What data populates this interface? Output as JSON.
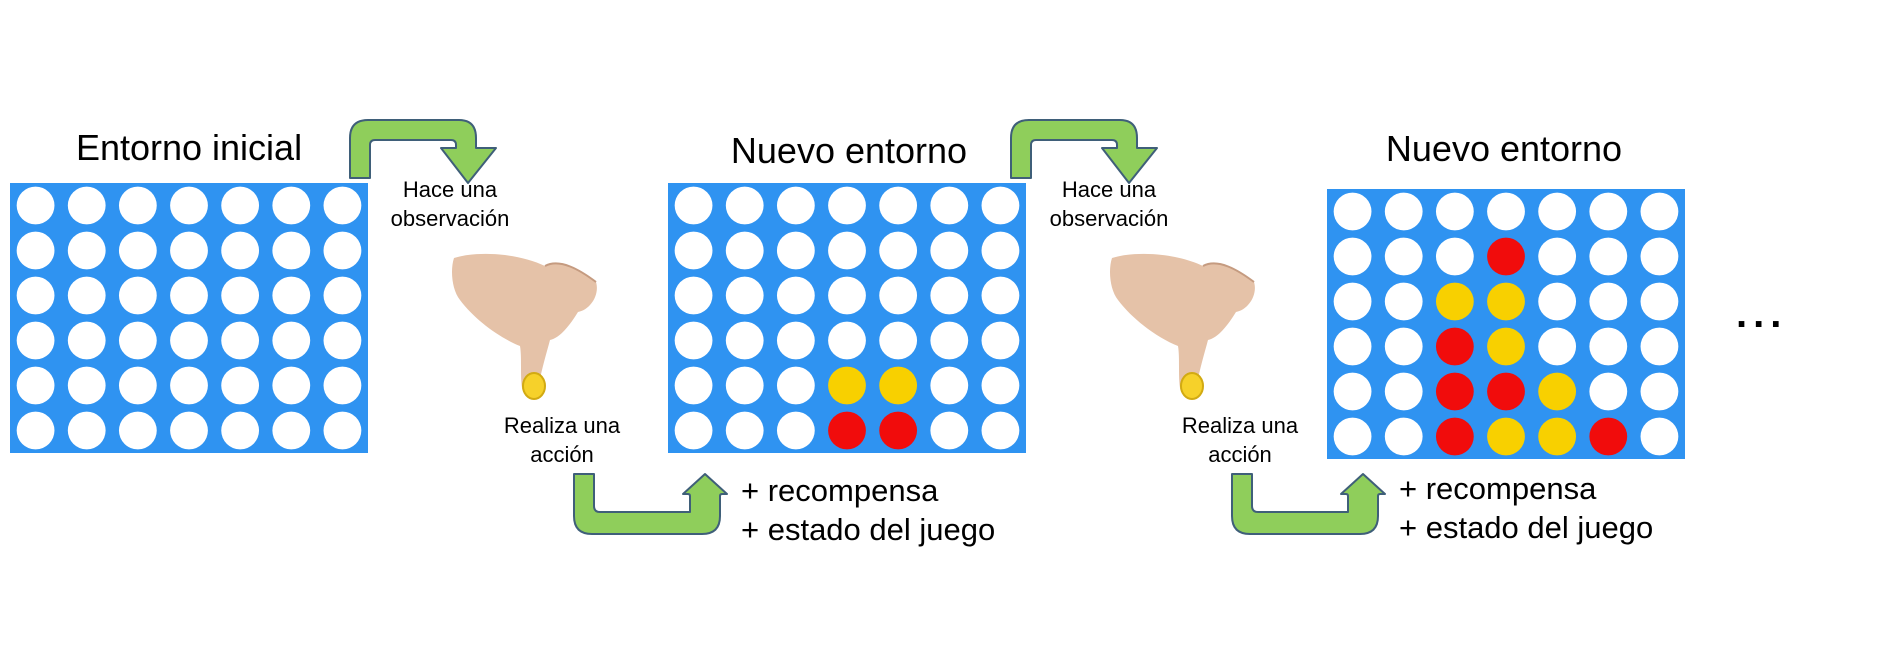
{
  "colors": {
    "board": "#2f93f1",
    "empty_slot": "#ffffff",
    "red_piece": "#f10c0c",
    "yellow_piece": "#f8d000",
    "arrow_fill": "#8fce5b",
    "arrow_stroke": "#3f5f79"
  },
  "stages": [
    {
      "title": "Entorno inicial",
      "grid": [
        "WWWWWWW",
        "WWWWWWW",
        "WWWWWWW",
        "WWWWWWW",
        "WWWWWWW",
        "WWWWWWW"
      ]
    },
    {
      "title": "Nuevo entorno",
      "grid": [
        "WWWWWWW",
        "WWWWWWW",
        "WWWWWWW",
        "WWWWWWW",
        "WWWYYWW",
        "WWWRRWW"
      ],
      "reward_line": "+ recompensa",
      "state_line": "+ estado del juego"
    },
    {
      "title": "Nuevo entorno",
      "grid": [
        "WWWWWWW",
        "WWWRWWW",
        "WWYYWWW",
        "WWRYWWW",
        "WWRRYWW",
        "WWRYYRW"
      ],
      "reward_line": "+ recompensa",
      "state_line": "+ estado del juego"
    }
  ],
  "steps": [
    {
      "observe_line1": "Hace una",
      "observe_line2": "observación",
      "act_line1": "Realiza una",
      "act_line2": "acción"
    },
    {
      "observe_line1": "Hace una",
      "observe_line2": "observación",
      "act_line1": "Realiza una",
      "act_line2": "acción"
    }
  ],
  "continuation": "..."
}
